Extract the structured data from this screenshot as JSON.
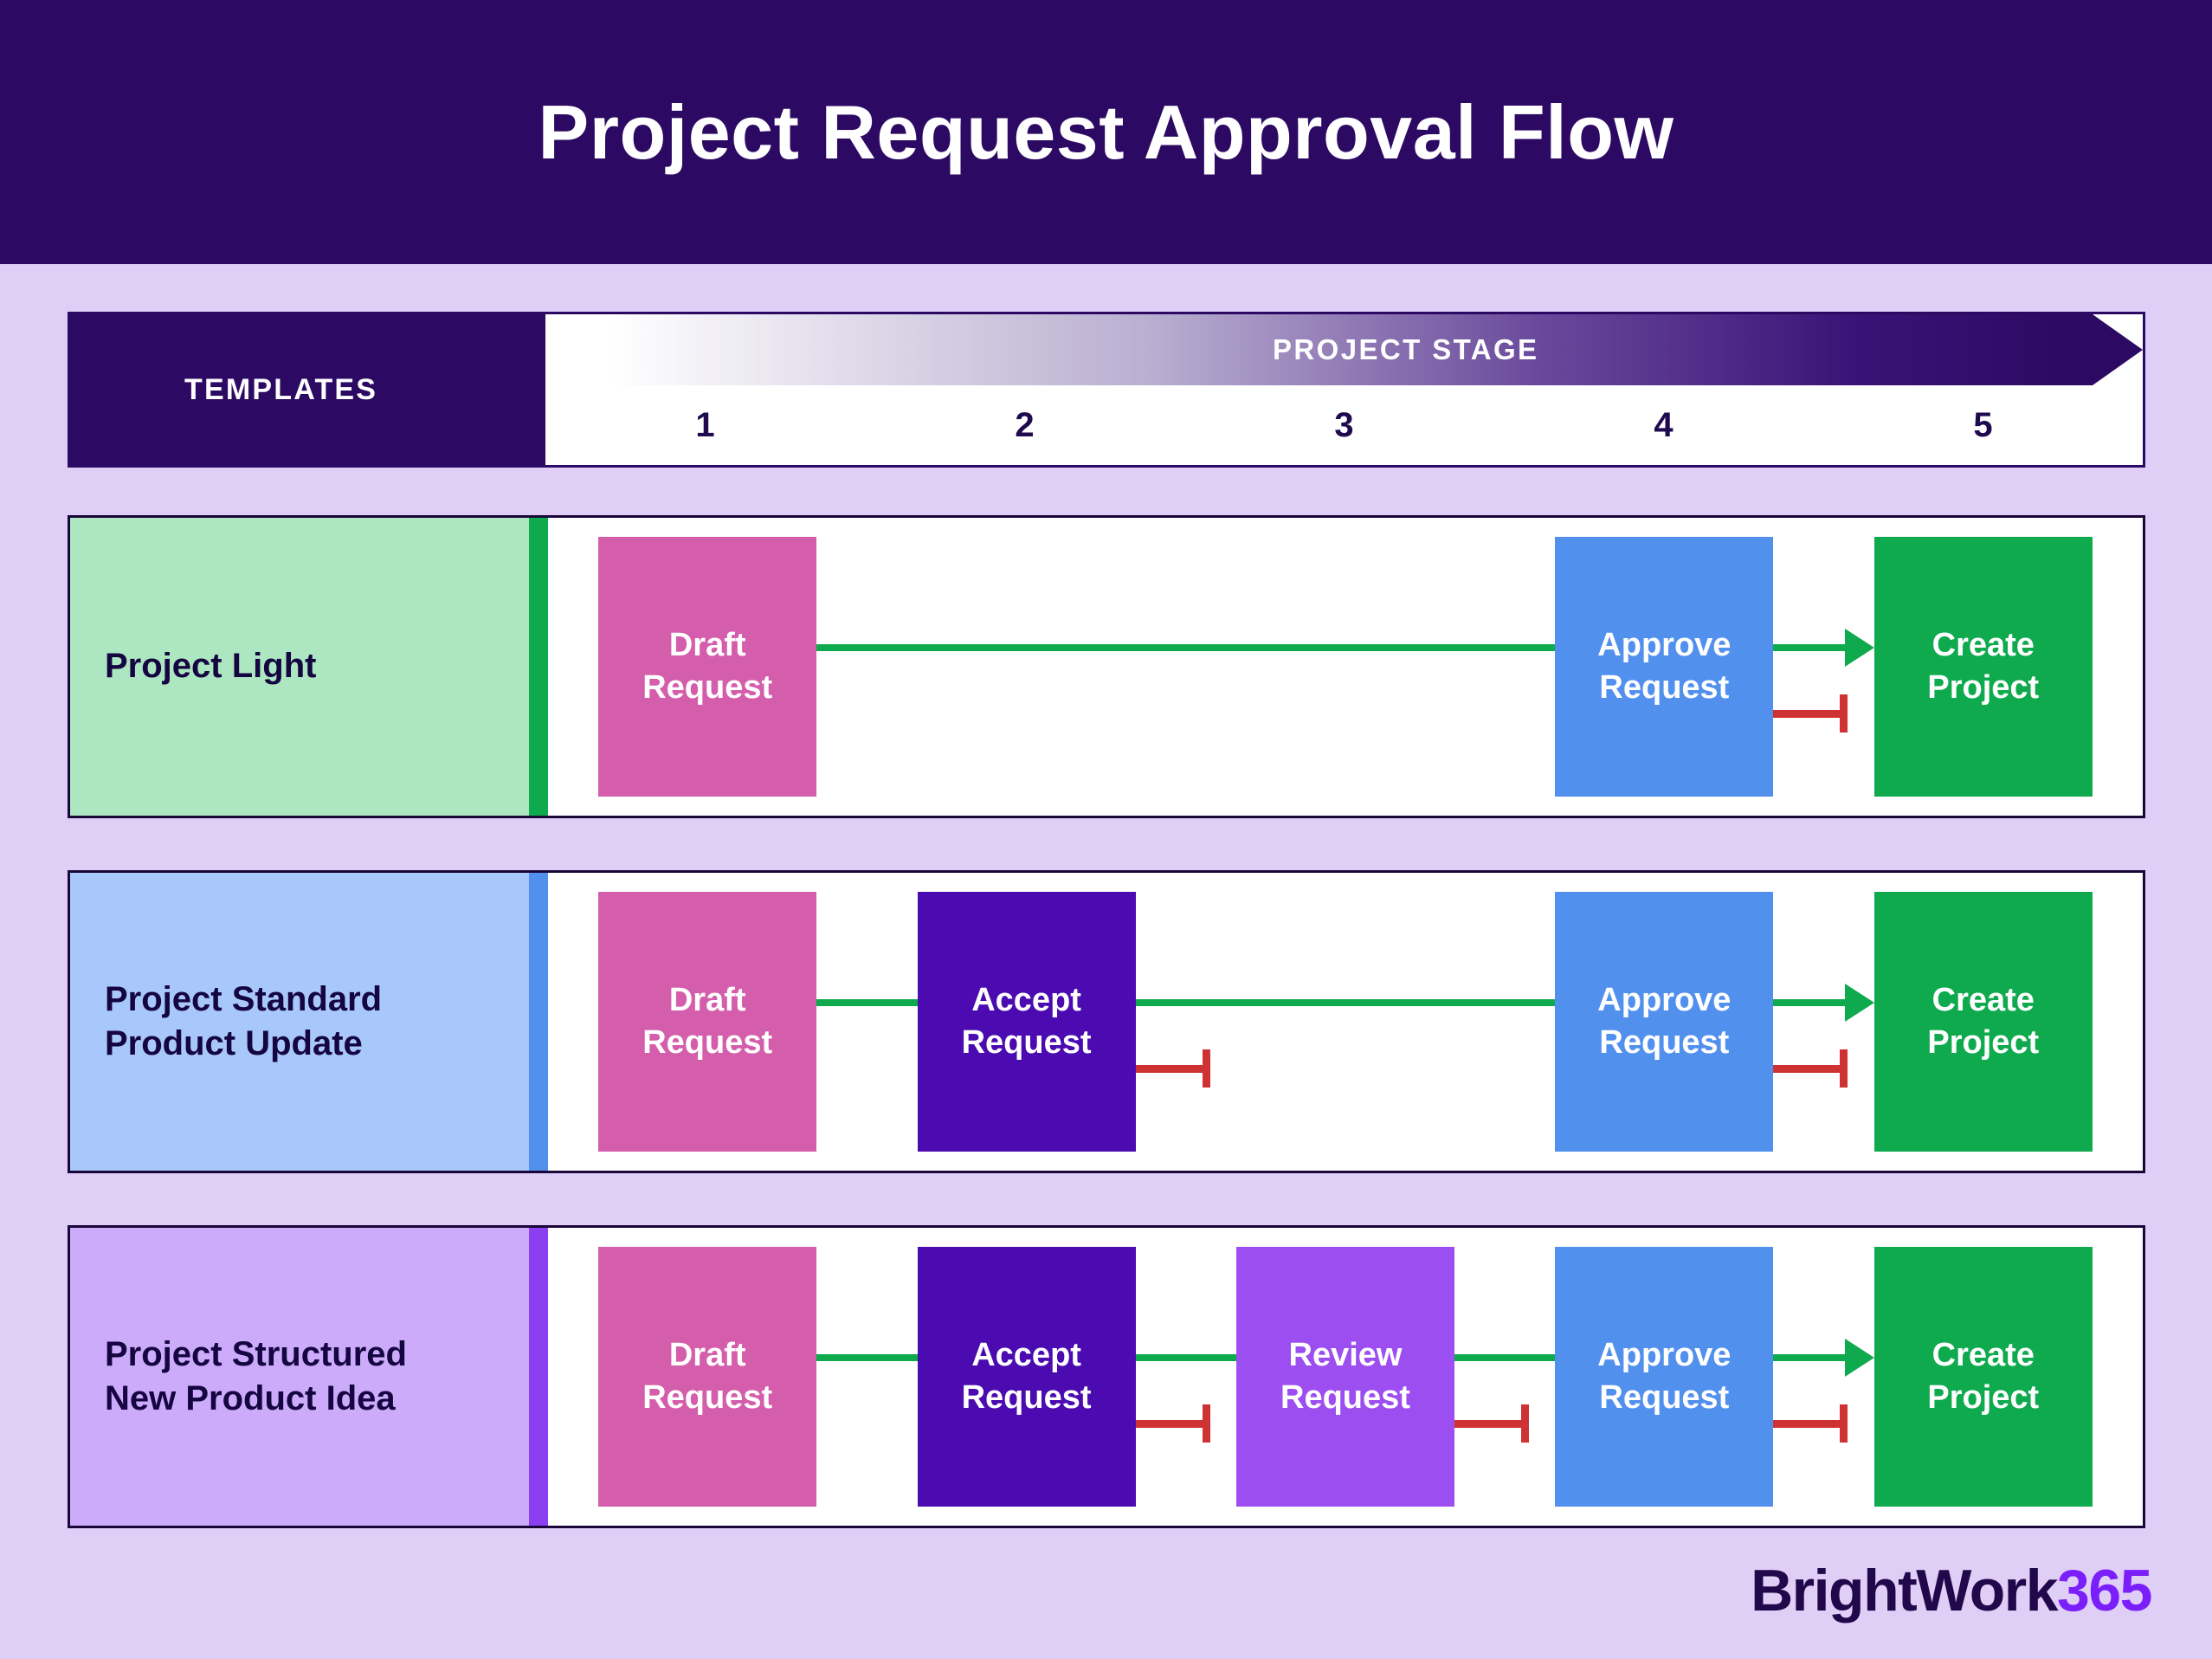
{
  "title": "Project Request Approval Flow",
  "colors": {
    "banner_bg": "#2c0a63",
    "page_bg": "#dfcff7",
    "accent_green": "#0faa4e",
    "accent_red": "#cf3232",
    "logo_main": "#20084a",
    "logo_365": "#7a1efa"
  },
  "header": {
    "templates_label": "TEMPLATES",
    "stage_label": "PROJECT STAGE",
    "stage_numbers": [
      "1",
      "2",
      "3",
      "4",
      "5"
    ]
  },
  "node_palette": {
    "draft": "#d45eab",
    "accept": "#4b0bb0",
    "review": "#9d4ef0",
    "approve": "#5290ee",
    "create": "#0faa4e"
  },
  "rows": [
    {
      "label": "Project Light",
      "bg": "#ace7c2",
      "accent": "#0faa4e",
      "nodes": [
        {
          "stage": 1,
          "line1": "Draft",
          "line2": "Request",
          "color": "#d45eab"
        },
        {
          "stage": 4,
          "line1": "Approve",
          "line2": "Request",
          "color": "#5290ee"
        },
        {
          "stage": 5,
          "line1": "Create",
          "line2": "Project",
          "color": "#0faa4e"
        }
      ],
      "connectors": [
        {
          "from": 1,
          "to": 4,
          "green": true,
          "arrow": false,
          "red": false
        },
        {
          "from": 4,
          "to": 5,
          "green": true,
          "arrow": true,
          "red": true
        }
      ]
    },
    {
      "label": "Project Standard\nProduct Update",
      "bg": "#a8c8fc",
      "accent": "#5290ee",
      "nodes": [
        {
          "stage": 1,
          "line1": "Draft",
          "line2": "Request",
          "color": "#d45eab"
        },
        {
          "stage": 2,
          "line1": "Accept",
          "line2": "Request",
          "color": "#4b0bb0"
        },
        {
          "stage": 4,
          "line1": "Approve",
          "line2": "Request",
          "color": "#5290ee"
        },
        {
          "stage": 5,
          "line1": "Create",
          "line2": "Project",
          "color": "#0faa4e"
        }
      ],
      "connectors": [
        {
          "from": 1,
          "to": 2,
          "green": true,
          "arrow": false,
          "red": false
        },
        {
          "from": 2,
          "to": 4,
          "green": true,
          "arrow": false,
          "red": true
        },
        {
          "from": 4,
          "to": 5,
          "green": true,
          "arrow": true,
          "red": true
        }
      ]
    },
    {
      "label": "Project Structured\nNew Product Idea",
      "bg": "#cbabfa",
      "accent": "#8a3ff0",
      "nodes": [
        {
          "stage": 1,
          "line1": "Draft",
          "line2": "Request",
          "color": "#d45eab"
        },
        {
          "stage": 2,
          "line1": "Accept",
          "line2": "Request",
          "color": "#4b0bb0"
        },
        {
          "stage": 3,
          "line1": "Review",
          "line2": "Request",
          "color": "#9d4ef0"
        },
        {
          "stage": 4,
          "line1": "Approve",
          "line2": "Request",
          "color": "#5290ee"
        },
        {
          "stage": 5,
          "line1": "Create",
          "line2": "Project",
          "color": "#0faa4e"
        }
      ],
      "connectors": [
        {
          "from": 1,
          "to": 2,
          "green": true,
          "arrow": false,
          "red": false
        },
        {
          "from": 2,
          "to": 3,
          "green": true,
          "arrow": false,
          "red": true
        },
        {
          "from": 3,
          "to": 4,
          "green": true,
          "arrow": false,
          "red": true
        },
        {
          "from": 4,
          "to": 5,
          "green": true,
          "arrow": true,
          "red": true
        }
      ]
    }
  ],
  "logo": {
    "main": "BrightWork",
    "suffix": "365"
  }
}
